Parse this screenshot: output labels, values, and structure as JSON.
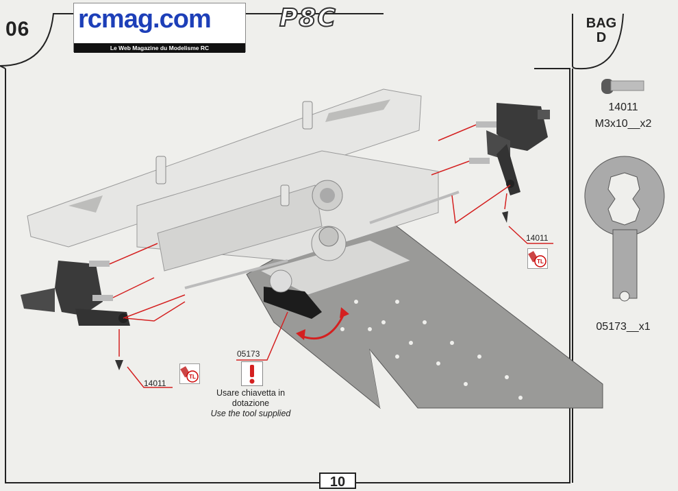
{
  "header": {
    "step_number": "06",
    "logo_text": "rcmag.com",
    "logo_subtitle": "Le Web Magazine du Modelisme RC",
    "model_name": "P8C",
    "bag_label": "BAG",
    "bag_letter": "D"
  },
  "parts_list": [
    {
      "code": "14011",
      "desc": "M3x10__x2",
      "icon": "screw-icon"
    },
    {
      "code": "05173__x1",
      "icon": "wrench-tool-icon"
    }
  ],
  "callouts": {
    "screw_right": "14011",
    "screw_left": "14011",
    "tool": "05173"
  },
  "threadlock_label": "TL",
  "note": {
    "italian_line1": "Usare chiavetta in",
    "italian_line2": "dotazione",
    "english": "Use the tool supplied"
  },
  "page_number": "10",
  "colors": {
    "red_accent": "#d42020",
    "part_dark": "#3a3a3a",
    "chassis_grey": "#9a9a98",
    "part_light": "#e6e6e4"
  }
}
